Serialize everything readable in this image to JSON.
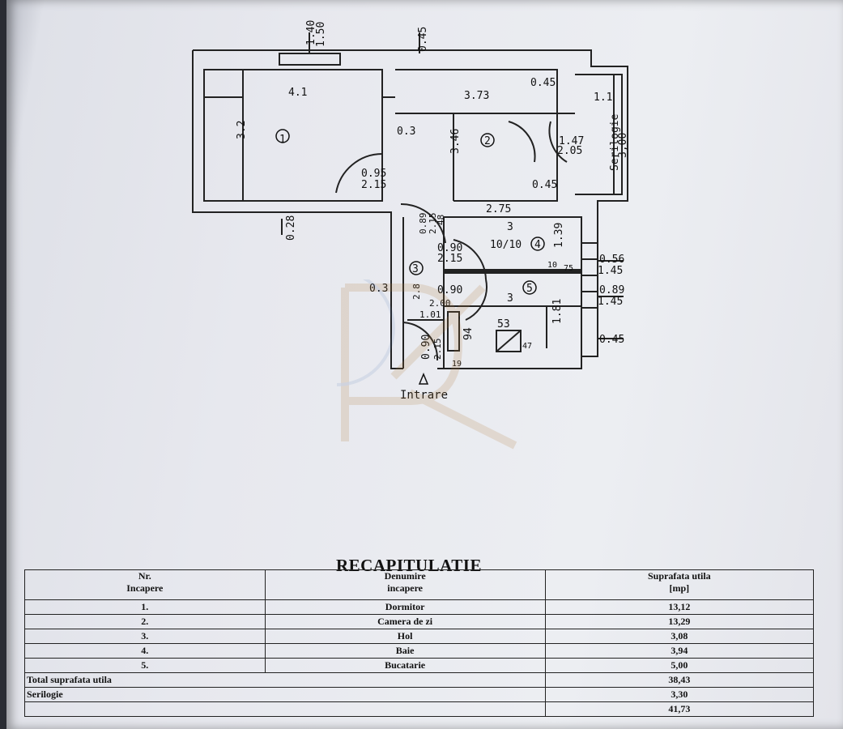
{
  "plan": {
    "dims": {
      "top_1_40": "1.40",
      "top_1_50": "1.50",
      "top_0_45": "0.45",
      "r1_width": "4.1",
      "r1_height": "3.2",
      "r1_num": "1",
      "wall_0_3": "0.3",
      "door_0_95": "0.95",
      "door_2_15": "2.15",
      "wall_0_28": "0.28",
      "r2_width": "3.73",
      "r2_height": "3.46",
      "r2_num": "2",
      "r2_bottom": "2.75",
      "top_right_0_45": "0.45",
      "mid_right_0_45": "0.45",
      "win_1_1": "1.1",
      "balc_1_47": "1.47",
      "balc_2_05": "2.05",
      "serilogie": "Serilogie",
      "balc_3_00": "3,00",
      "hol_089": "0.89",
      "hol_215": "2.15",
      "hol_48": "48",
      "r4_width": "3",
      "r4_num": "4",
      "r4_139": "1.39",
      "door4_090": "0.90",
      "door4_215": "2.15",
      "fraction": "10/10",
      "small_10": "10",
      "small_75": "75",
      "r3_num": "3",
      "left_0_3": "0.3",
      "hol_2_8": "2.8",
      "hol_2_00": "2.00",
      "door5_090": "0.90",
      "r5_num": "5",
      "r5_width": "3",
      "r5_181": "1.81",
      "hol_1_01": "1.01",
      "item_94": "94",
      "stove_53": "53",
      "stove_47": "47",
      "entry_090": "0.90",
      "entry_215": "2.15",
      "item_19": "19",
      "right_0_56": "0.56",
      "right_1_45a": "1.45",
      "right_0_89": "0.89",
      "right_1_45b": "1.45",
      "right_0_45": "0.45",
      "entry_label": "Intrare"
    }
  },
  "recap": {
    "title": "RECAPITULATIE",
    "headers": {
      "nr": "Nr.",
      "incapere": "Incapere",
      "denumire": "Denumire",
      "denumire2": "incapere",
      "suprafata": "Suprafata utila",
      "unit": "[mp]"
    },
    "rows": [
      {
        "nr": "1.",
        "name": "Dormitor",
        "area": "13,12"
      },
      {
        "nr": "2.",
        "name": "Camera de zi",
        "area": "13,29"
      },
      {
        "nr": "3.",
        "name": "Hol",
        "area": "3,08"
      },
      {
        "nr": "4.",
        "name": "Baie",
        "area": "3,94"
      },
      {
        "nr": "5.",
        "name": "Bucatarie",
        "area": "5,00"
      }
    ],
    "totals": [
      {
        "label": "Total suprafata utila",
        "value": "38,43"
      },
      {
        "label": "Serilogie",
        "value": "3,30"
      },
      {
        "label": "",
        "value": "41,73"
      }
    ]
  }
}
